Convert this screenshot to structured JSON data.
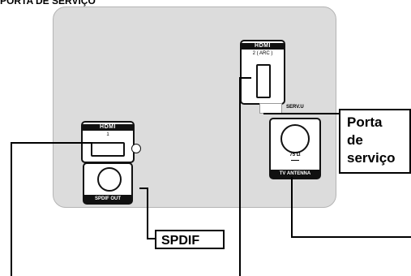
{
  "top_text": "PORTA DE SERVIÇO",
  "ports": {
    "hdmi1": {
      "logo": "HDMI",
      "label": "1"
    },
    "hdmi2": {
      "logo": "HDMI",
      "label": "2 ( ARC )"
    },
    "spdif": {
      "label": "SPDIF OUT"
    },
    "servu": {
      "label": "SERV.U"
    },
    "antenna": {
      "ohm": "75 Ω",
      "label": "TV ANTENNA"
    }
  },
  "callouts": {
    "spdif": "SPDIF",
    "service_line1": "Porta",
    "service_line2": "de",
    "service_line3": "serviço"
  }
}
